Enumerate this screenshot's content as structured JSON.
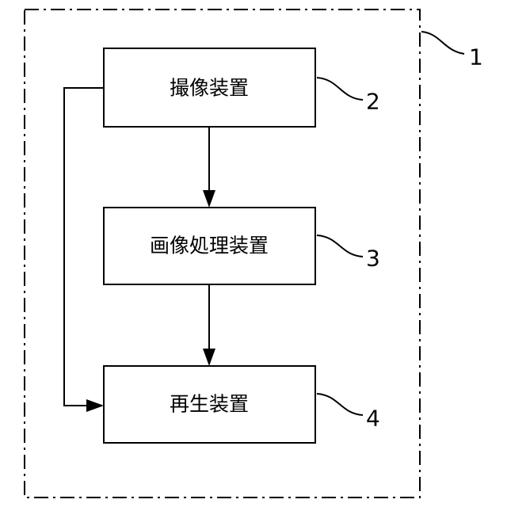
{
  "system": {
    "reference_numeral": "1"
  },
  "blocks": [
    {
      "id": "imaging",
      "label": "撮像装置",
      "reference_numeral": "2"
    },
    {
      "id": "processing",
      "label": "画像処理装置",
      "reference_numeral": "3"
    },
    {
      "id": "playback",
      "label": "再生装置",
      "reference_numeral": "4"
    }
  ],
  "connections": [
    {
      "from": "imaging",
      "to": "processing"
    },
    {
      "from": "processing",
      "to": "playback"
    },
    {
      "from": "imaging",
      "to": "playback"
    }
  ],
  "colors": {
    "line": "#000000",
    "background": "#ffffff"
  }
}
